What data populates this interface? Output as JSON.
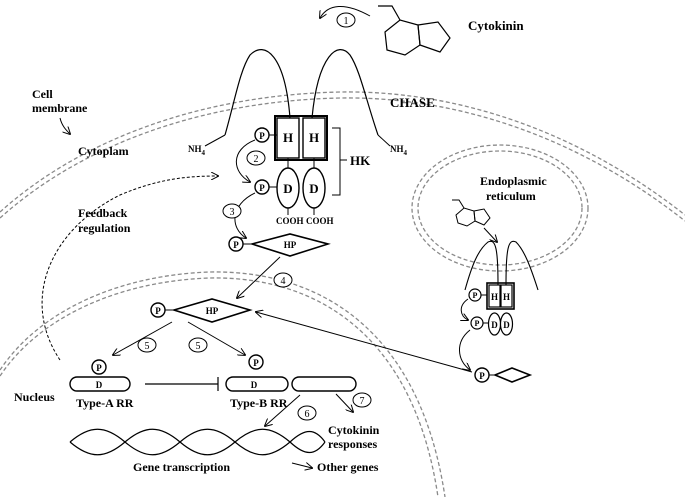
{
  "labels": {
    "cytokinin": "Cytokinin",
    "chase": "CHASE",
    "cell_membrane_1": "Cell",
    "cell_membrane_2": "membrane",
    "cytoplasm": "Cytoplam",
    "hk": "HK",
    "nh4_left": "NH",
    "nh4_right": "NH",
    "nh4_sub": "4",
    "cooh_left": "COOH",
    "cooh_right": "COOH",
    "feedback_1": "Feedback",
    "feedback_2": "regulation",
    "er_1": "Endoplasmic",
    "er_2": "reticulum",
    "nucleus": "Nucleus",
    "type_a_rr": "Type-A RR",
    "type_b_rr": "Type-B RR",
    "cyto_resp_1": "Cytokinin",
    "cyto_resp_2": "responses",
    "gene_transcription": "Gene transcription",
    "other_genes": "Other genes"
  },
  "domains": {
    "p": "P",
    "h": "H",
    "d": "D",
    "hp": "HP"
  },
  "steps": [
    "1",
    "2",
    "3",
    "4",
    "5",
    "5",
    "6",
    "7"
  ]
}
